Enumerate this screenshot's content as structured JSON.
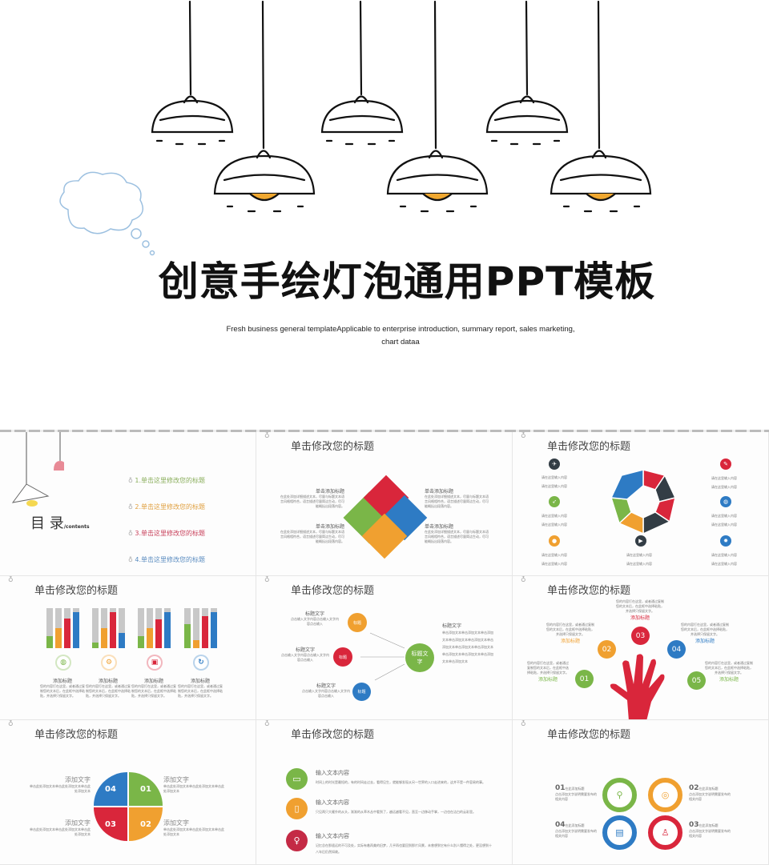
{
  "cover": {
    "title": "创意手绘灯泡通用PPT模板",
    "subtitle_line1": "Fresh business general templateApplicable to enterprise introduction, summary report, sales marketing,",
    "subtitle_line2": "chart dataa",
    "bulb_color": "#f0a830"
  },
  "slide_title": "单击修改您的标题",
  "toc": {
    "heading": "目 录",
    "heading_en": "/contents",
    "items": [
      "1.单击这里修改您的标题",
      "2.单击这里修改您的标题",
      "3.单击这里修改您的标题",
      "4.单击这里修改您的标题"
    ],
    "colors": [
      "#8aae5c",
      "#e0a040",
      "#c8405a",
      "#5a8cc0"
    ]
  },
  "puzzle": {
    "heading": "单击添加标题",
    "body": "在此处添加详细描述文本，尽量与标题文本语言风格相符合，语言描述尽量简洁生动，尽可能概括出段落内容。",
    "colors": [
      "#d9263b",
      "#2e7bc4",
      "#f0a030",
      "#7ab648"
    ]
  },
  "cycle": {
    "item": "请在这里输入内容",
    "icons": [
      "plane-icon",
      "rocket-icon",
      "bulb-icon",
      "play-icon",
      "pen-icon",
      "globe-icon",
      "gear-icon"
    ]
  },
  "bars": {
    "label": "添加标题",
    "body": "您的内容打在这里，或者通过复制您的文本后，在此框中选择粘贴，并选择只保留文字。",
    "colors": [
      "#7ab648",
      "#f0a030",
      "#d9263b",
      "#2e7bc4"
    ],
    "levels": [
      [
        0.3,
        0.5,
        0.75,
        0.9
      ],
      [
        0.15,
        0.5,
        0.9,
        0.38
      ],
      [
        0.3,
        0.5,
        0.72,
        0.9
      ],
      [
        0.6,
        0.2,
        0.8,
        0.9
      ]
    ],
    "icons": [
      "globe-icon",
      "gears-icon",
      "briefcase-icon",
      "refresh-icon"
    ]
  },
  "bubbles": {
    "heading": "标题文字",
    "body": "点击输入文字内容点击输入文字内容点击输入",
    "center": "标题文字",
    "small": "标题",
    "right_body": "单击添加文本单击添加文本单击添加文本单击添加文本单击添加文本单击添加文本单击添加文本单击添加文本单击添加文本单击添加文本单击添加文本单击添加文本"
  },
  "hand": {
    "label": "添加标题",
    "body": "您的内容打在这里，或者通过复制您的文本后，在此框中选择粘贴，并选择只保留文字。",
    "numbers": [
      "01",
      "02",
      "03",
      "04",
      "05"
    ],
    "colors": [
      "#7ab648",
      "#f0a030",
      "#d9263b",
      "#2e7bc4",
      "#7ab648"
    ]
  },
  "pie": {
    "label": "添加文字",
    "body": "单击此处添加文本单击此处添加文本单击此处添加文本",
    "numbers": [
      "04",
      "01",
      "03",
      "02"
    ]
  },
  "rows": {
    "heading": "输入文本内容",
    "bodies": [
      "时间上的时光是最短的，有的时间走过去，看得见生，就能够发现从另一世界的入口走进来的，这并不是一件容易的事。",
      "只见两只大雁扑的从头，渐渐的从草木丛中看到了，越远越看不见，直至一边移动手掌，一边也在洁白的云彩里。",
      "记忆总在那遥远的不可及处，实际有着再美的旧梦，几乎再也要回到那片风景，未曾想到它有什么别人懂得之处，更没想到十八年后仍然如故。"
    ],
    "icons": [
      "laptop-icon",
      "phone-icon",
      "bulb-icon"
    ]
  },
  "rings": {
    "numbers": [
      "01",
      "02",
      "04",
      "03"
    ],
    "heading": "在此添加标题",
    "body": "点击添加文字说明需要发布的相关内容"
  }
}
